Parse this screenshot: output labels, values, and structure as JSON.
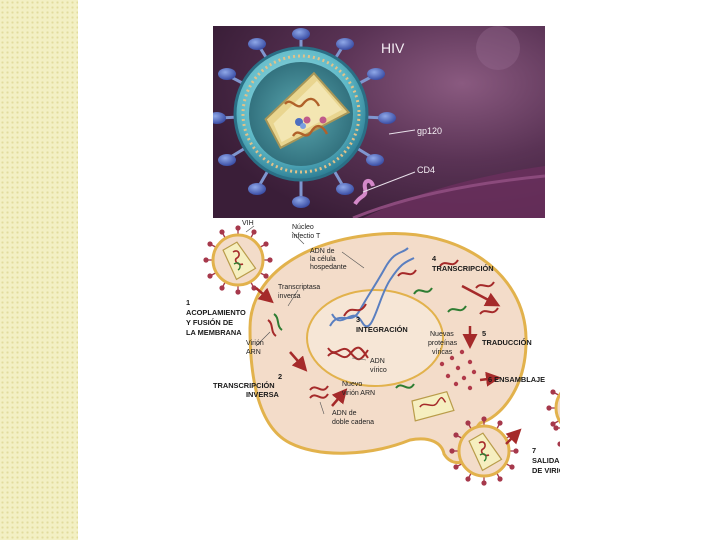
{
  "colors": {
    "sidebar": "#f3f0c4",
    "hiv_background": "#5a3355",
    "cell_fill": "#f3dcc9",
    "cell_border": "#e2b24c",
    "nucleus_fill": "#f6e6d6",
    "virion_spike": "#a6384b",
    "arrow": "#a52a2a",
    "rna": "#a52a2a",
    "dna_blue": "#5a7fc0",
    "inner_rna_green": "#2e7d32"
  },
  "hiv_image": {
    "title": "HIV",
    "gp120_label": "gp120",
    "cd4_label": "CD4"
  },
  "cycle": {
    "labels": {
      "vih": "VIH",
      "nucleo_line1": "Núcleo",
      "nucleo_line2": "infectio T",
      "adn_cel_line1": "ADN de",
      "adn_cel_line2": "la célula",
      "adn_cel_line3": "hospedante",
      "transcriptasa_line1": "Transcriptasa",
      "transcriptasa_line2": "inversa",
      "virion_arn_line1": "Virión",
      "virion_arn_line2": "ARN",
      "nuevas_line1": "Nuevas",
      "nuevas_line2": "proteínas",
      "nuevas_line3": "víricas",
      "adn_virico_line1": "ADN",
      "adn_virico_line2": "vírico",
      "nuevo_arn_line1": "Nuevo",
      "nuevo_arn_line2": "virión ARN",
      "adn_doble_line1": "ADN de",
      "adn_doble_line2": "doble cadena"
    },
    "steps": {
      "s1_num": "1",
      "s1_line1": "ACOPLAMIENTO",
      "s1_line2": "Y FUSIÓN DE",
      "s1_line3": "LA MEMBRANA",
      "s2_num": "2",
      "s2_line1": "TRANSCRIPCIÓN",
      "s2_line2": "INVERSA",
      "s3_num": "3",
      "s3_line1": "INTEGRACIÓN",
      "s4_num": "4",
      "s4_line1": "TRANSCRIPCIÓN",
      "s5_num": "5",
      "s5_line1": "TRADUCCIÓN",
      "s6_line1": "6 ENSAMBLAJE",
      "s7_num": "7",
      "s7_line1": "SALIDA",
      "s7_line2": "DE VIRIONES"
    }
  }
}
